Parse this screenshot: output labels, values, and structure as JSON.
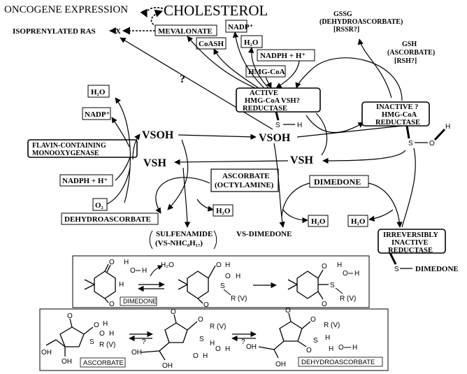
{
  "top": {
    "oncogene": "ONCOGENE  EXPRESSION",
    "cholesterol": "CHOLESTEROL",
    "isoprenylated": "ISOPRENYLATED  RAS",
    "x_marker": "X",
    "mevalonate": "MEVALONATE",
    "question": "?"
  },
  "cofactors": {
    "nadp_top": "NADP⁺",
    "coash": "CoASH",
    "h2o_top": "H₂O",
    "nadph_top": "NADPH  +  H⁺",
    "hmgcoa": "HMG-CoA"
  },
  "active": {
    "l1": "ACTIVE",
    "l2": "HMG-CoA    VSH?",
    "l3": "REDUCTASE",
    "s": "S",
    "h": "H"
  },
  "inactive": {
    "l1": "INACTIVE  ?",
    "l2": "HMG-CoA",
    "l3": "REDUCTASE",
    "s": "S",
    "o": "O",
    "h": "H"
  },
  "gssg": {
    "l1": "GSSG",
    "l2": "(DEHYDROASCORBATE)",
    "l3": "[RSSR?]"
  },
  "gsh": {
    "l1": "GSH",
    "l2": "(ASCORBATE)",
    "l3": "[RSH?]"
  },
  "left": {
    "h2o": "H₂O",
    "nadp": "NADP⁺",
    "fmo_l1": "FLAVIN-CONTAINING",
    "fmo_l2": "MONOOXYGENASE",
    "nadph": "NADPH + H⁺",
    "o2": "O₂",
    "dehydroascorbate": "DEHYDROASCORBATE"
  },
  "center": {
    "vsoh_left": "VSOH",
    "vsoh_mid": "VSOH",
    "vsh_left": "VSH",
    "vsh_mid": "VSH",
    "ascorbate_l1": "ASCORBATE",
    "ascorbate_l2": "(OCTYLAMINE)",
    "h2o_asc": "H₂O",
    "sulfenamide_l1": "SULFENAMIDE",
    "sulfenamide_l2": "(VS-NHC₈H₁₇)",
    "vs_dimedone": "VS-DIMEDONE",
    "h2o_mid": "H₂O",
    "dimedone": "DIMEDONE",
    "h2o_right": "H₂O"
  },
  "irreversible": {
    "l1": "IRREVERSIBLY",
    "l2": "INACTIVE",
    "l3": "REDUCTASE",
    "s": "S",
    "dimedone": "DIMEDONE"
  },
  "panel1": {
    "label": "DIMEDONE",
    "h2o": "H₂O",
    "o": "O",
    "h": "H",
    "r_v": "R  (V)"
  },
  "panel2": {
    "label_asc": "ASCORBATE",
    "label_dha": "DEHYDROASCORBATE",
    "o": "O",
    "h": "H",
    "oh": "OH",
    "s": "S",
    "r_v": "R  (V)",
    "q": "?"
  }
}
